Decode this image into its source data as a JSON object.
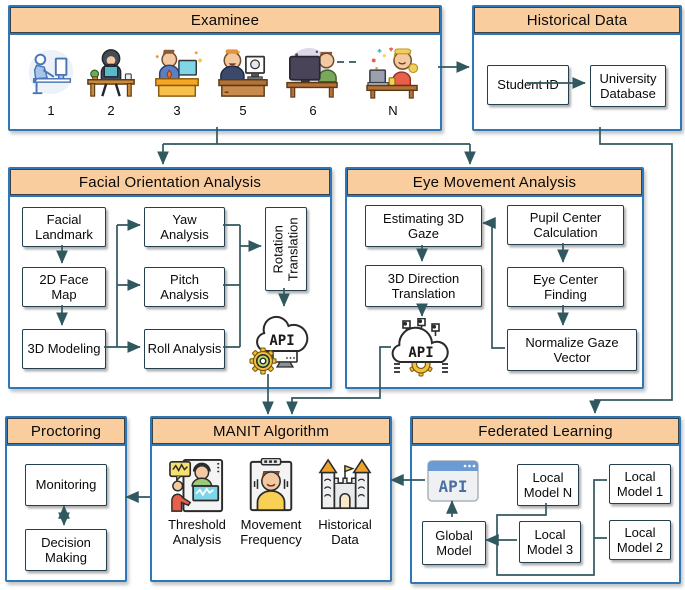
{
  "colors": {
    "header_fill": "#F9CD9D",
    "panel_border": "#2E78B8",
    "node_border": "#24404E",
    "arrow": "#30585F"
  },
  "examinee": {
    "title": "Examinee",
    "members": [
      {
        "label": "1",
        "icon": "examinee-1-icon"
      },
      {
        "label": "2",
        "icon": "examinee-2-icon"
      },
      {
        "label": "3",
        "icon": "examinee-3-icon"
      },
      {
        "label": "5",
        "icon": "examinee-5-icon"
      },
      {
        "label": "6",
        "icon": "examinee-6-icon"
      },
      {
        "label": "N",
        "icon": "examinee-n-icon"
      }
    ]
  },
  "historical": {
    "title": "Historical Data",
    "student_id": "Student ID",
    "university_database": "University Database"
  },
  "facial": {
    "title": "Facial Orientation Analysis",
    "facial_landmark": "Facial Landmark",
    "face_map_2d": "2D Face Map",
    "modeling_3d": "3D Modeling",
    "yaw": "Yaw Analysis",
    "pitch": "Pitch Analysis",
    "roll": "Roll Analysis",
    "rotation_translation": "Rotation Translation",
    "api_label": "API"
  },
  "eye": {
    "title": "Eye Movement Analysis",
    "estimating_3d_gaze": "Estimating 3D Gaze",
    "direction_translation_3d": "3D Direction Translation",
    "pupil_center": "Pupil Center Calculation",
    "eye_center": "Eye Center Finding",
    "normalize_gaze": "Normalize Gaze Vector",
    "api_label": "API"
  },
  "proctoring": {
    "title": "Proctoring",
    "monitoring": "Monitoring",
    "decision_making": "Decision Making"
  },
  "manit": {
    "title": "MANIT Algorithm",
    "items": [
      {
        "label": "Threshold Analysis",
        "icon": "threshold-analysis-icon"
      },
      {
        "label": "Movement Frequency",
        "icon": "movement-frequency-icon"
      },
      {
        "label": "Historical Data",
        "icon": "historical-data-castle-icon"
      }
    ]
  },
  "federated": {
    "title": "Federated Learning",
    "api_label": "API",
    "local_model_n": "Local Model N",
    "local_model_1": "Local Model 1",
    "local_model_2": "Local Model 2",
    "local_model_3": "Local Model 3",
    "global_model": "Global Model"
  }
}
